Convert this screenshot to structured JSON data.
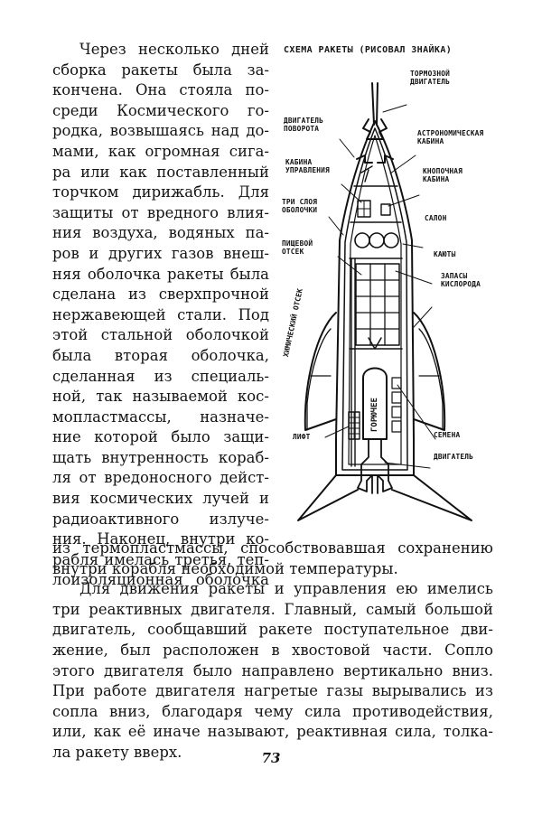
{
  "page": {
    "narrow_lines": [
      "Через несколько дней",
      "сборка ракеты была за-",
      "кончена. Она стояла по-",
      "среди Космического го-",
      "родка, возвышаясь над до-",
      "мами, как огромная сига-",
      "ра или как поставленный",
      "торчком дирижабль. Для",
      "защиты от вредного влия-",
      "ния воздуха, водяных па-",
      "ров и других газов внеш-",
      "няя оболочка ракеты была",
      "сделана из сверхпрочной",
      "нержавеющей стали. Под",
      "этой стальной оболочкой",
      "была вторая оболочка,",
      "сделанная из специаль-",
      "ной, так называемой кос-",
      "мопластмассы, назначе-",
      "ние которой было защи-",
      "щать внутренность кораб-",
      "ля от вредоносного дейст-",
      "вия космических лучей и",
      "радиоактивного излуче-",
      "ния. Наконец, внутри ко-",
      "рабля имелась третья, теп-",
      "лоизоляционная оболочка"
    ],
    "wide_lines": [
      "из термопластмассы, способствовавшая сохранению",
      "внутри корабля необходимой температуры.",
      "Для движения ракеты и управления ею имелись",
      "три реактивных двигателя. Главный, самый большой",
      "двигатель, сообщавший ракете поступательное дви-",
      "жение, был расположен в хвостовой части. Сопло",
      "этого двигателя было направлено вертикально вниз.",
      "При работе двигателя нагретые газы вырывались из",
      "сопла вниз, благодаря чему сила противодействия,",
      "или, как её иначе называют, реактивная сила, толка-",
      "ла ракету вверх."
    ],
    "page_number": "73"
  },
  "figure": {
    "title": "СХЕМА РАКЕТЫ (РИСОВАЛ ЗНАЙКА)",
    "labels": {
      "brake_engine": "ТОРМОЗНОЙ\nДВИГАТЕЛЬ",
      "turn_engine": "ДВИГАТЕЛЬ\nПОВОРОТА",
      "astro_cabin": "АСТРОНОМИЧЕСКАЯ\nКАБИНА",
      "control_cabin": "КАБИНА\nУПРАВЛЕНИЯ",
      "button_cabin": "КНОПОЧНАЯ\nКАБИНА",
      "three_layers": "ТРИ СЛОЯ\nОБОЛОЧКИ",
      "salon": "САЛОН",
      "food_compartment": "ПИЩЕВОЙ\nОТСЕК",
      "cabins": "КАЮТЫ",
      "chem_compartment": "ХИМИЧЕСКИЙ\nОТСЕК",
      "oxygen": "ЗАПАСЫ\nКИСЛОРОДА",
      "fuel": "ГОРЮЧЕЕ",
      "seeds": "СЕМЕНА",
      "lift": "ЛИФТ",
      "engine": "ДВИГАТЕЛЬ"
    }
  }
}
